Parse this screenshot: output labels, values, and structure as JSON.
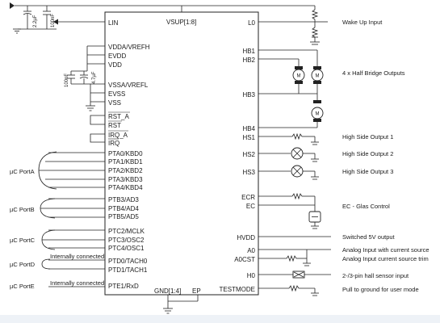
{
  "chip": {
    "top_label": "VSUP[1:8]",
    "bottom_labels": [
      "GND[1:4]",
      "EP"
    ],
    "left_pins": [
      "LIN",
      "VDDA/VREFH",
      "EVDD",
      "VDD",
      "VSSA/VREFL",
      "EVSS",
      "VSS",
      "RST_A",
      "RST",
      "IRQ_A",
      "IRQ",
      "PTA0/KBD0",
      "PTA1/KBD1",
      "PTA2/KBD2",
      "PTA3/KBD3",
      "PTA4/KBD4",
      "PTB3/AD3",
      "PTB4/AD4",
      "PTB5/AD5",
      "PTC2/MCLK",
      "PTC3/OSC2",
      "PTC4/OSC1",
      "PTD0/TACH0",
      "PTD1/TACH1",
      "PTE1/RxD"
    ],
    "right_pins": [
      "L0",
      "HB1",
      "HB2",
      "HB3",
      "HB4",
      "HS1",
      "HS2",
      "HS3",
      "ECR",
      "EC",
      "HVDD",
      "A0",
      "A0CST",
      "H0",
      "TESTMODE"
    ]
  },
  "ports": [
    "µC PortA",
    "µC PortB",
    "µC PortC",
    "µC PortD",
    "µC PortE"
  ],
  "internal_notes": [
    "Internally connected",
    "Internally connected"
  ],
  "capacitors": [
    "2.2µF",
    "100nF",
    "100nF",
    "4.7µF"
  ],
  "outputs": [
    "Wake Up Input",
    "4 x Half Bridge Outputs",
    "High Side Output 1",
    "High Side Output 2",
    "High Side Output 3",
    "EC - Glas Control",
    "Switched 5V output",
    "Analog Input with current source",
    "Analog Input current source trim",
    "2-/3-pin hall sensor input",
    "Pull to ground for user mode"
  ],
  "motor_symbol": "M",
  "colors": {
    "line": "#222222",
    "footer": "#eef2f7"
  }
}
